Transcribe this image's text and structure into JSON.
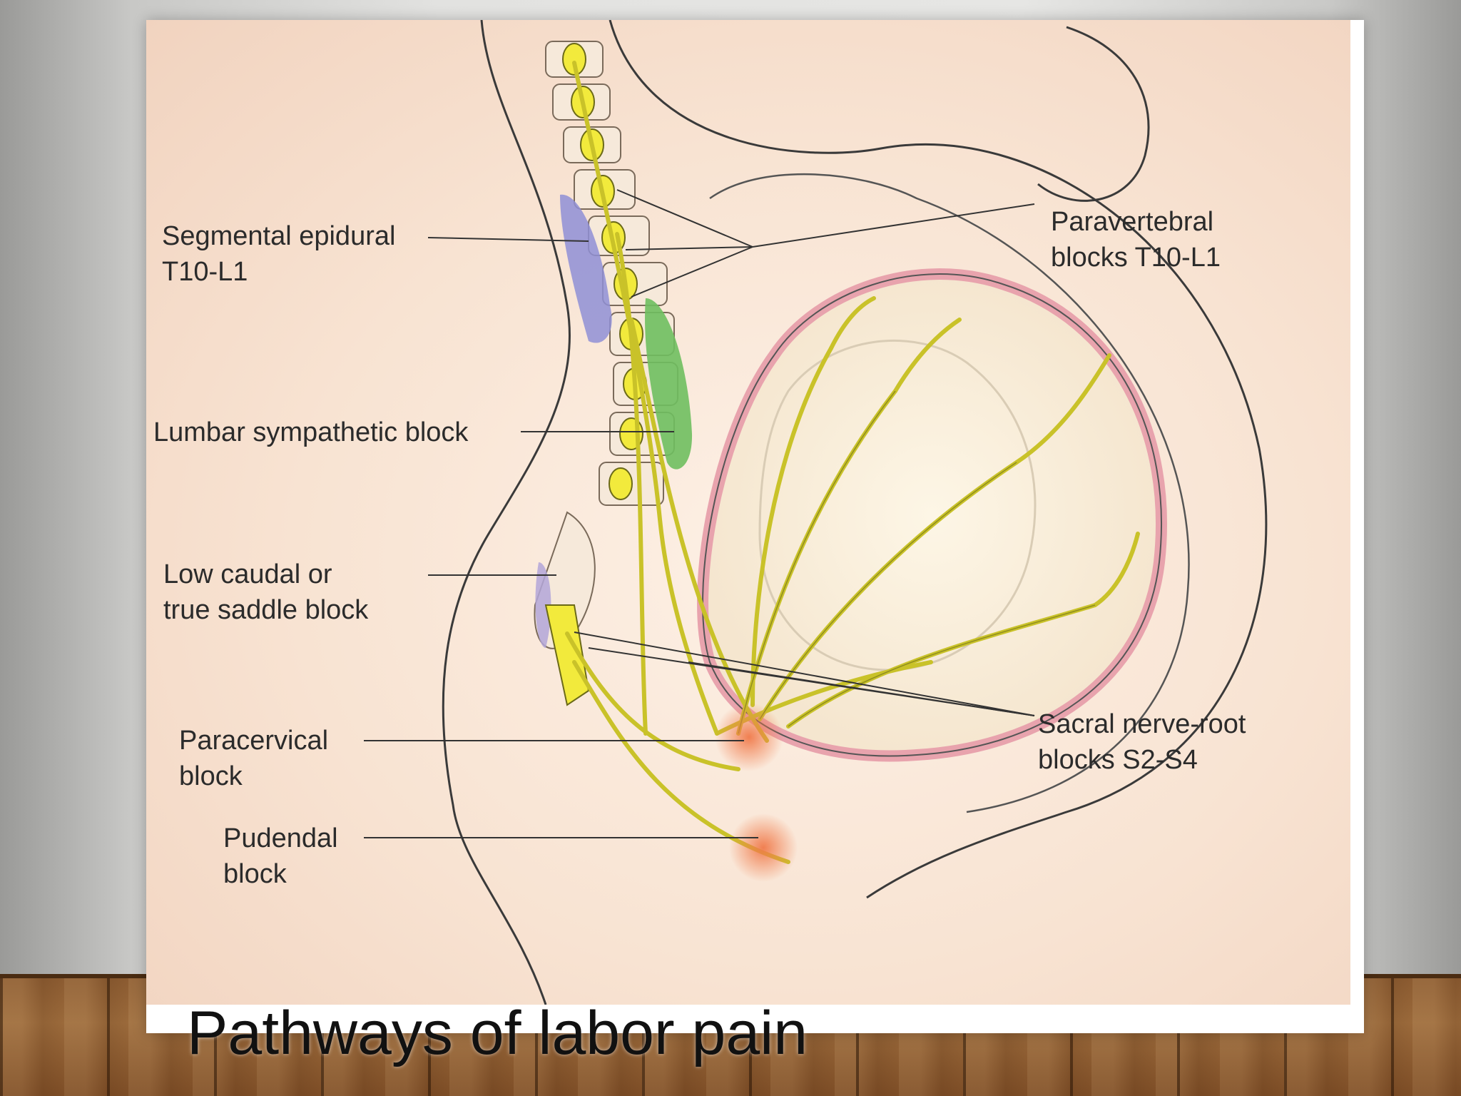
{
  "slide": {
    "title": "Pathways of labor pain"
  },
  "diagram": {
    "labels": {
      "segmental_epidural": "Segmental epidural\nT10-L1",
      "lumbar_sympathetic": "Lumbar sympathetic block",
      "low_caudal": "Low caudal or\ntrue saddle block",
      "paracervical": "Paracervical\nblock",
      "pudendal": "Pudendal\nblock",
      "paravertebral": "Paravertebral\nblocks T10-L1",
      "sacral_nerve_root": "Sacral nerve-root\nblocks S2-S4"
    }
  },
  "colors": {
    "nerve": "#c9c229",
    "nerve_stroke": "#6b6a18",
    "epidural_highlight": "#8f8fd6",
    "sympathetic_highlight": "#6fbf5f",
    "block_glow": "#f07a4a",
    "uterus_wall": "#e8a3ad"
  }
}
